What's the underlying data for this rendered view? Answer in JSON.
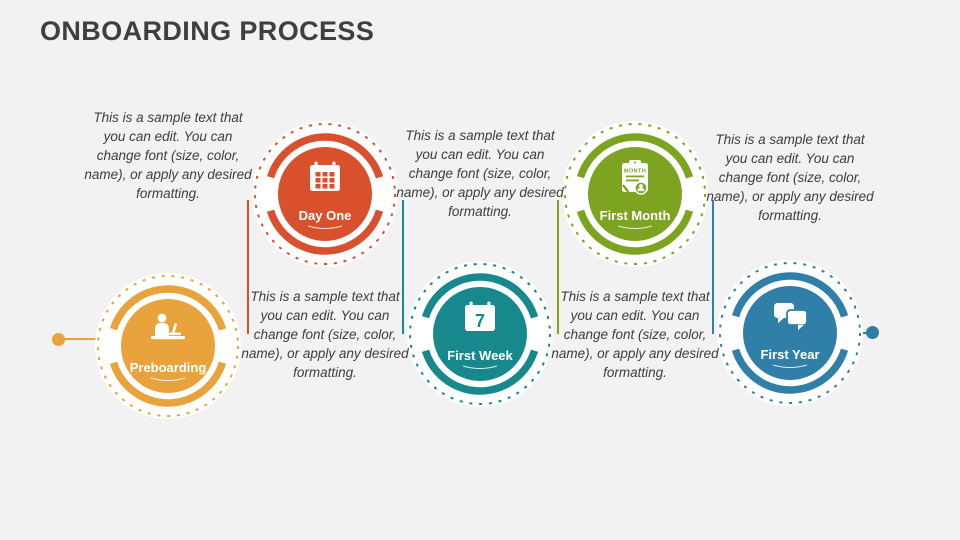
{
  "slide": {
    "title": "ONBOARDING PROCESS",
    "background": "#f2f2f3",
    "title_color": "#3f3f3f"
  },
  "sample_text": "This is a sample text that you can edit. You can change font (size, color, name), or apply any desired formatting.",
  "steps": [
    {
      "label": "Preboarding",
      "color": "#E8A33C",
      "icon": "person-desk-icon",
      "position": "bottom"
    },
    {
      "label": "Day One",
      "color": "#D8502C",
      "icon": "calendar-icon",
      "position": "top"
    },
    {
      "label": "First Week",
      "color": "#17898D",
      "icon": "calendar-week-icon",
      "icon_text": "7",
      "position": "bottom"
    },
    {
      "label": "First Month",
      "color": "#7CA420",
      "icon": "clipboard-month-icon",
      "icon_text": "MONTH",
      "position": "top"
    },
    {
      "label": "First Year",
      "color": "#2F7FA8",
      "icon": "chat-bubbles-icon",
      "position": "bottom"
    }
  ]
}
